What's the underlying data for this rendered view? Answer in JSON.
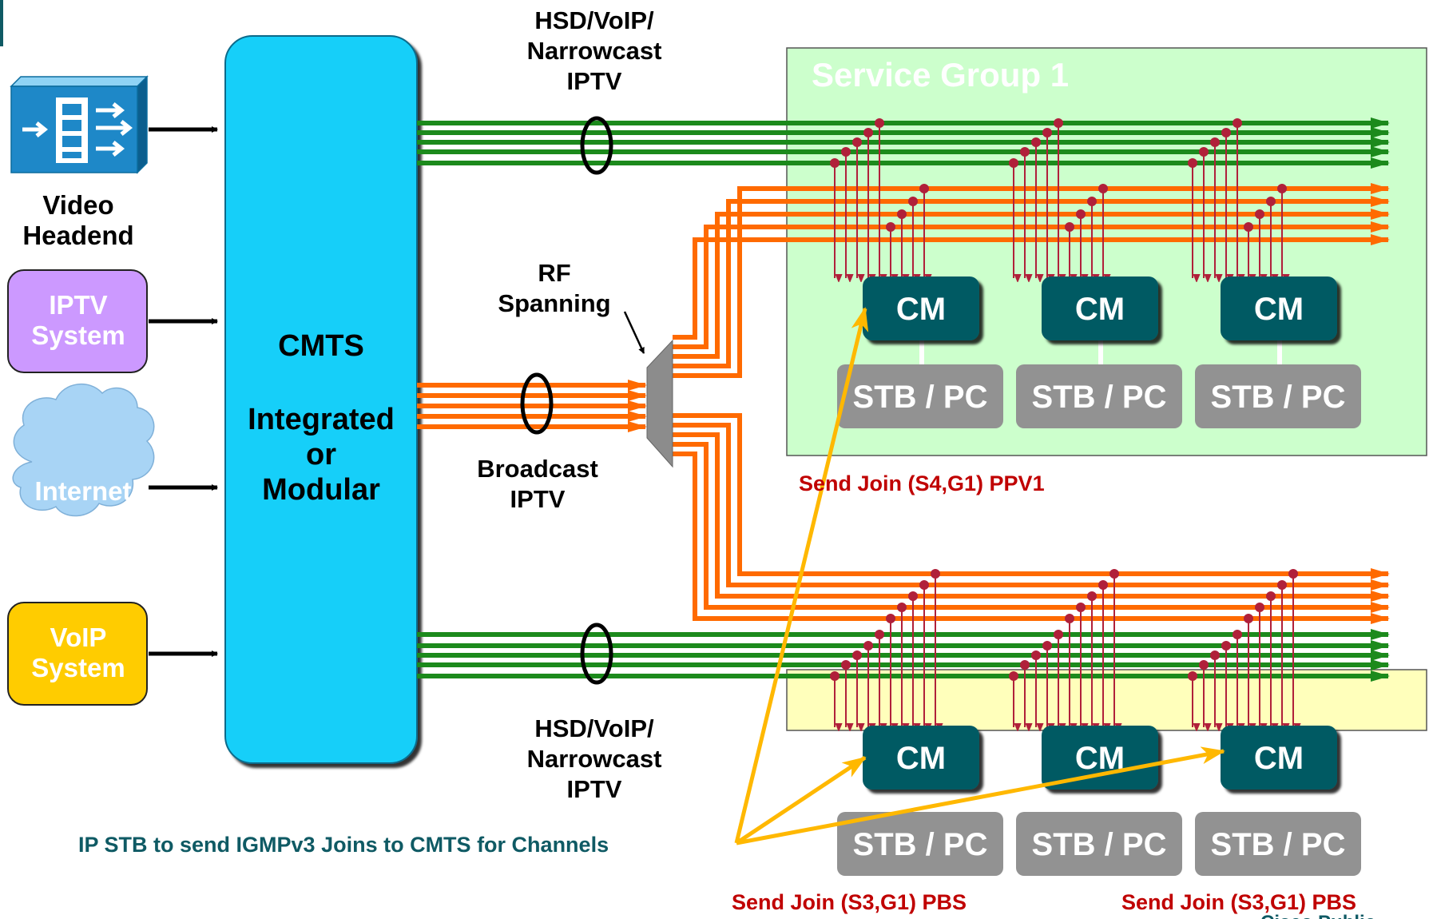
{
  "colors": {
    "cmts": "#12CFF9",
    "green_line": "#1C8A1C",
    "orange_line": "#FF6A00",
    "red_line": "#B0203A",
    "cm_box": "#005A64",
    "stb_box": "#929292",
    "sg1_fill": "#CCFFCC",
    "sg2_fill": "#FFFFBB",
    "iptv_box": "#CC99FF",
    "voip_box": "#FFCC00",
    "cloud": "#A8D4F5",
    "arrow_yellow": "#FFB800",
    "join_text": "#C00000",
    "note_text": "#0F5A64"
  },
  "icons": [
    "video-headend-icon",
    "internet-cloud-icon",
    "rf-splitter-icon"
  ],
  "sources": {
    "video_headend": "Video\nHeadend",
    "iptv_system": "IPTV\nSystem",
    "internet": "Internet",
    "voip_system": "VoIP\nSystem"
  },
  "cmts": {
    "title": "CMTS",
    "subtitle": "Integrated\nor\nModular"
  },
  "bundles": {
    "top": "HSD/VoIP/\nNarrowcast\nIPTV",
    "broadcast": "Broadcast\nIPTV",
    "bottom": "HSD/VoIP/\nNarrowcast\nIPTV"
  },
  "rf_spanning": "RF\nSpanning",
  "service_group_1": "Service Group 1",
  "cm_label": "CM",
  "stb_label": "STB / PC",
  "joins": {
    "ppv1": "Send Join (S4,G1) PPV1",
    "pbs_left": "Send Join (S3,G1) PBS",
    "pbs_right": "Send Join (S3,G1) PBS"
  },
  "note": "IP STB to send IGMPv3 Joins to CMTS for Channels",
  "footer": "Cisco Public"
}
